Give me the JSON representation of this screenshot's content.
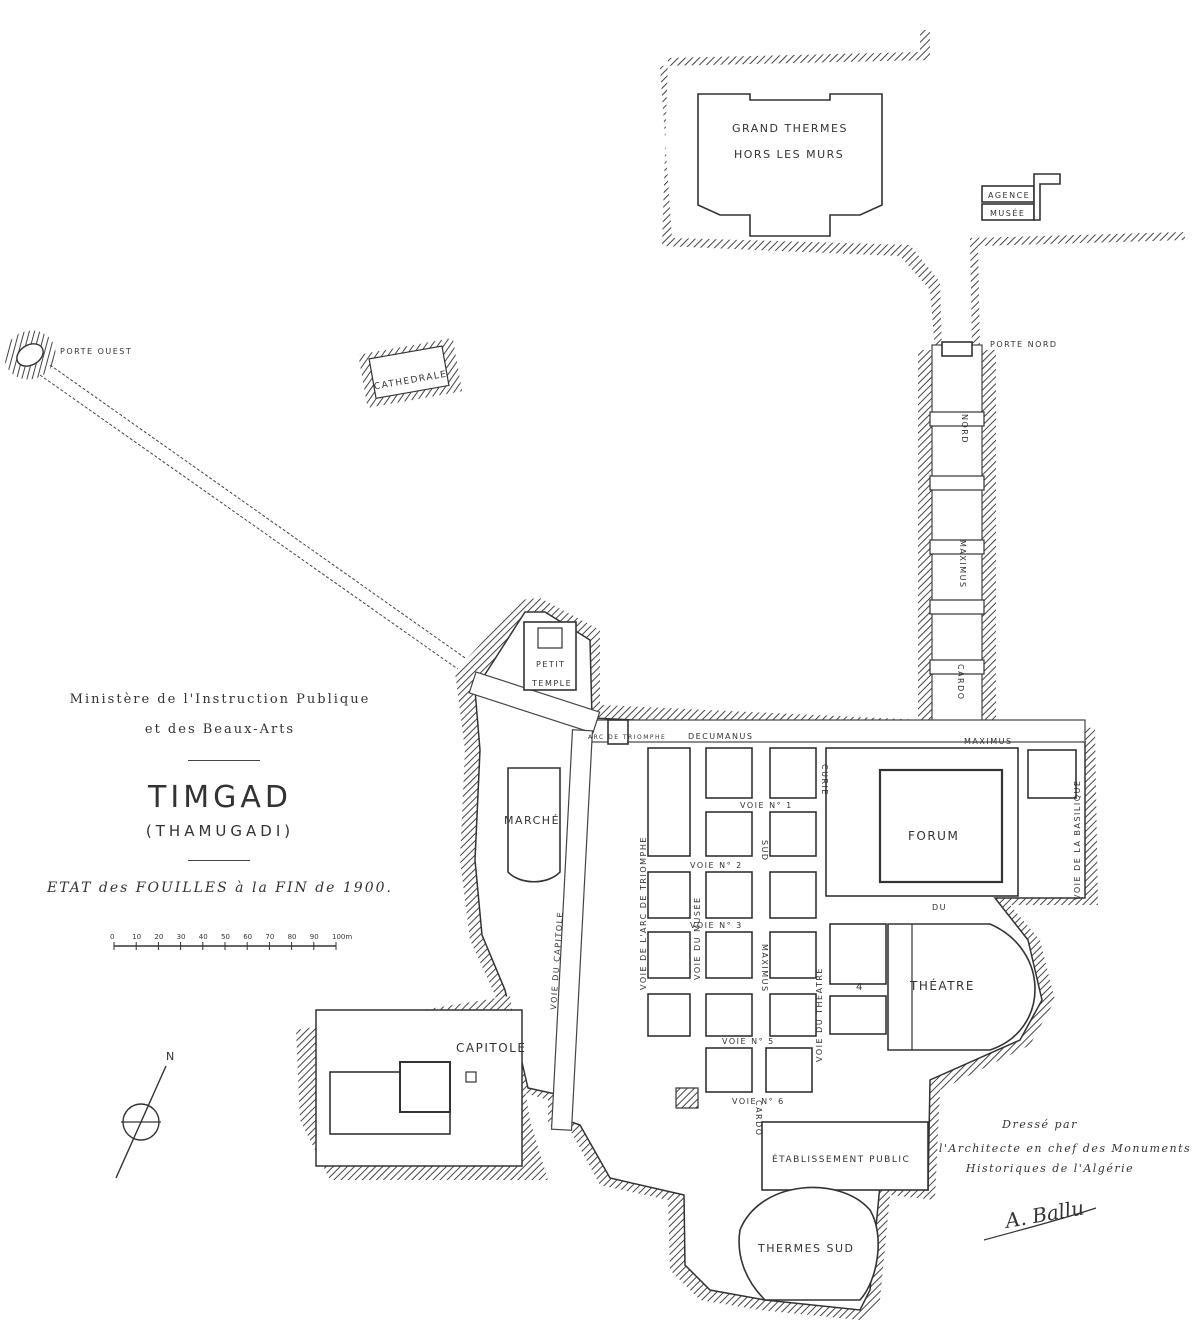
{
  "title_block": {
    "ministry_line1": "Ministère de l'Instruction Publique",
    "ministry_line2": "et des Beaux-Arts",
    "city": "TIMGAD",
    "ancient_name": "(THAMUGADI)",
    "subtitle": "ETAT des FOUILLES à la FIN de 1900."
  },
  "scale_bar": {
    "ticks": [
      "0",
      "10",
      "20",
      "30",
      "40",
      "50",
      "60",
      "70",
      "80",
      "90",
      "100m"
    ],
    "unit": "m"
  },
  "north_arrow": {
    "label": "N"
  },
  "monuments": {
    "grand_thermes_1": "GRAND THERMES",
    "grand_thermes_2": "HORS LES MURS",
    "agence": "AGENCE",
    "musee": "MUSÉE",
    "porte_ouest": "PORTE OUEST",
    "cathedrale": "CATHEDRALE",
    "porte_nord": "PORTE NORD",
    "petit_temple_1": "PETIT",
    "petit_temple_2": "TEMPLE",
    "arc_triomphe": "ARC DE TRIOMPHE",
    "marche": "MARCHÉ",
    "forum": "FORUM",
    "theatre": "THÉATRE",
    "capitole": "CAPITOLE",
    "etablissement": "ÉTABLISSEMENT PUBLIC",
    "thermes_sud": "THERMES SUD"
  },
  "streets": {
    "decumanus": "DECUMANUS",
    "maximus": "MAXIMUS",
    "cardo": "CARDO",
    "nord": "NORD",
    "maximus_cardo": "MAXIMUS",
    "voie_capitole": "VOIE DU CAPITOLE",
    "voie_arc": "VOIE DE L'ARC DE TRIOMPHE",
    "voie_musee": "VOIE DU MUSÉE",
    "voie_sud": "SUD",
    "voie_curie": "CURIE",
    "voie_basilique": "VOIE DE LA BASILIQUE",
    "voie_du": "DU",
    "voie_theatre": "VOIE DU THEATRE",
    "maximus_sud": "MAXIMUS",
    "voie_n1": "VOIE N° 1",
    "voie_n2": "VOIE N° 2",
    "voie_n3": "VOIE N° 3",
    "voie_n4": "4",
    "voie_n5": "VOIE N° 5",
    "voie_n6": "VOIE N° 6"
  },
  "credit": {
    "line1": "Dressé par",
    "line2": "l'Architecte en chef des Monuments",
    "line3": "Historiques de l'Algérie",
    "signature": "A. Ballu"
  }
}
